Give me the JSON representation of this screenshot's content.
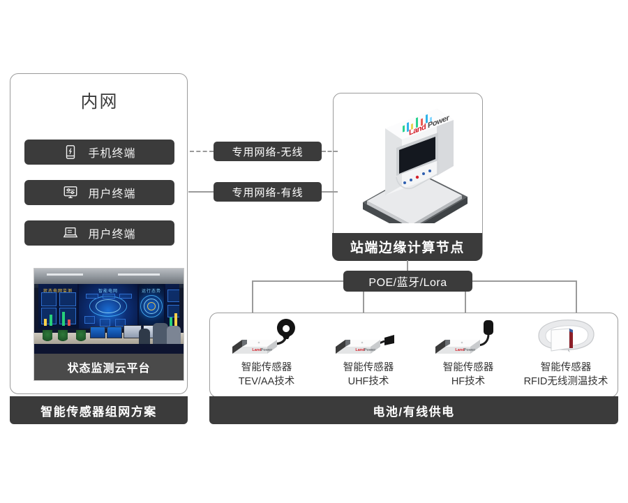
{
  "intranet": {
    "title": "内网",
    "terminals": [
      {
        "label": "手机终端",
        "icon": "mobile-phone-icon"
      },
      {
        "label": "用户终端",
        "icon": "desktop-monitor-icon"
      },
      {
        "label": "用户终端",
        "icon": "laptop-icon"
      }
    ],
    "cloud_platform_label": "状态监测云平台",
    "bottom_bar": "智能传感器组网方案"
  },
  "links": {
    "wireless": "专用网络-无线",
    "wired": "专用网络-有线"
  },
  "edge_node": {
    "label": "站端边缘计算节点",
    "brand": "LandPower"
  },
  "bus": {
    "label": "POE/蓝牙/Lora"
  },
  "sensors": {
    "bottom_bar": "电池/有线供电",
    "items": [
      {
        "line1": "智能传感器",
        "line2": "TEV/AA技术",
        "art": "sensor-with-ring-ct"
      },
      {
        "line1": "智能传感器",
        "line2": "UHF技术",
        "art": "sensor-with-flat-antenna"
      },
      {
        "line1": "智能传感器",
        "line2": "HF技术",
        "art": "sensor-with-probe"
      },
      {
        "line1": "智能传感器",
        "line2": "RFID无线测温技术",
        "art": "rfid-temperature-strap"
      }
    ]
  },
  "colors": {
    "dark": "#3b3b3b",
    "border": "#9a9a9a",
    "text": "#333333",
    "accent_red": "#d4202a"
  }
}
